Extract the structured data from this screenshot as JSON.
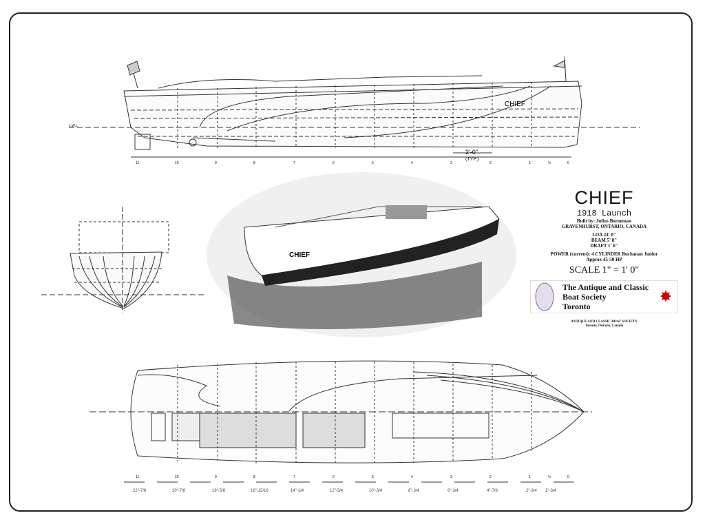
{
  "title": "CHIEF",
  "subtitle": "1918 Launch",
  "builder": "Built by: Julius Borneman",
  "location": "GRAVENHURST, ONTARIO, CANADA",
  "loa": "LOA 24' 0\"",
  "beam": "BEAM 5' 8\"",
  "draft": "DRAFT 1' 6\"",
  "power": "POWER (current): 4 CYLINDER Buchanan Junior",
  "hp": "Approx 45-50 HP",
  "scale": "SCALE  1\" = 1' 0\"",
  "society": [
    "The Antique and Classic",
    "Boat Society",
    "Toronto"
  ],
  "footer": [
    "ANTIQUE AND CLASSIC BOAT SOCIETY",
    "Toronto, Ontario, Canada"
  ],
  "profile": {
    "hull_name": "CHIEF",
    "spacing": "2'-0\"",
    "typ": "(TYP.)",
    "lwl": "L.W.L."
  },
  "stations": [
    "11",
    "10",
    "9",
    "8",
    "7",
    "6",
    "5",
    "4",
    "3",
    "2",
    "1",
    "½",
    "0"
  ],
  "offsets": [
    "22\"-7/8",
    "20\"-7/8",
    "18\"-5/8",
    "16\"-15/16",
    "14\"-1/4",
    "12\"-3/4",
    "10\"-3/4",
    "8\"-3/4",
    "6\"-3/4",
    "4\"-7/8",
    "2\"-3/4",
    "1\"-3/4"
  ],
  "photo_name": "CHIEF"
}
